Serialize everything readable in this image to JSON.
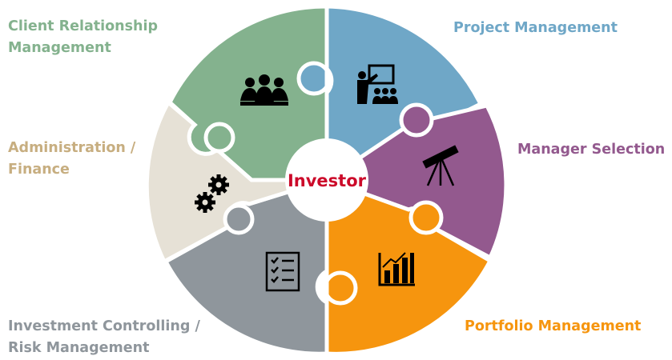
{
  "center": {
    "label": "Investor",
    "color": "#cc0a2a"
  },
  "segments": [
    {
      "id": "client-relationship",
      "lines": [
        "Client Relationship",
        "Management"
      ],
      "color": "#84b28e",
      "icon": "people-group-icon"
    },
    {
      "id": "project-management",
      "lines": [
        "Project Management"
      ],
      "color": "#6fa7c7",
      "icon": "presenter-board-icon"
    },
    {
      "id": "manager-selection",
      "lines": [
        "Manager Selection"
      ],
      "color": "#93598e",
      "icon": "telescope-icon"
    },
    {
      "id": "portfolio-management",
      "lines": [
        "Portfolio Management"
      ],
      "color": "#f6950e",
      "icon": "bar-chart-growth-icon"
    },
    {
      "id": "investment-controlling",
      "lines": [
        "Investment Controlling /",
        "Risk Management"
      ],
      "color": "#8f969c",
      "icon": "checklist-icon"
    },
    {
      "id": "administration-finance",
      "lines": [
        "Administration /",
        "Finance"
      ],
      "color": "#e6e1d6",
      "label_color": "#c7ae80",
      "icon": "gears-icon"
    }
  ]
}
